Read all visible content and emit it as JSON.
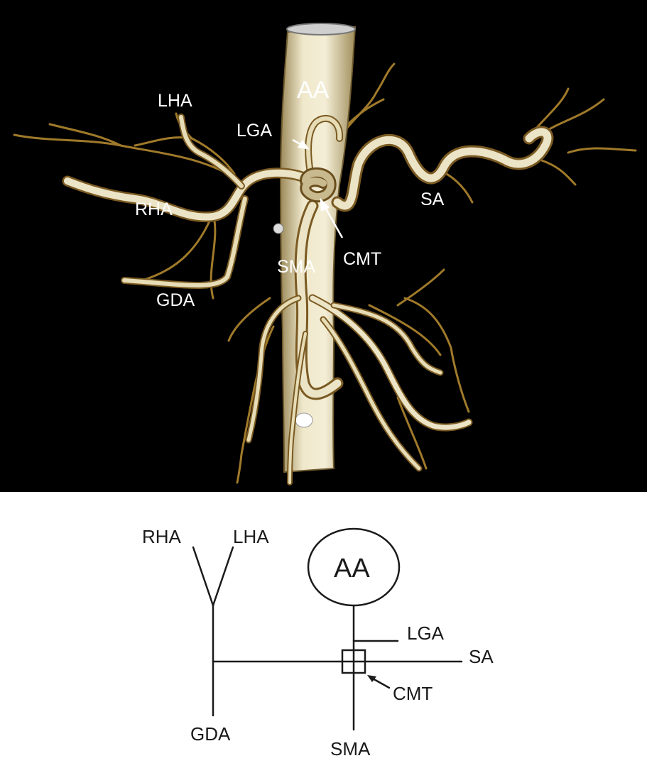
{
  "ct_image": {
    "labels": {
      "lha": "LHA",
      "aa": "AA",
      "lga": "LGA",
      "rha": "RHA",
      "sa": "SA",
      "cmt": "CMT",
      "sma": "SMA",
      "gda": "GDA"
    },
    "colors": {
      "background": "#000000",
      "vessel": "#e8e0bf",
      "vessel_edge": "#8a6a2a",
      "label": "#ffffff"
    }
  },
  "schematic": {
    "labels": {
      "rha": "RHA",
      "lha": "LHA",
      "aa": "AA",
      "lga": "LGA",
      "sa": "SA",
      "cmt": "CMT",
      "gda": "GDA",
      "sma": "SMA"
    },
    "colors": {
      "background": "#ffffff",
      "line": "#1a1a1a"
    }
  }
}
